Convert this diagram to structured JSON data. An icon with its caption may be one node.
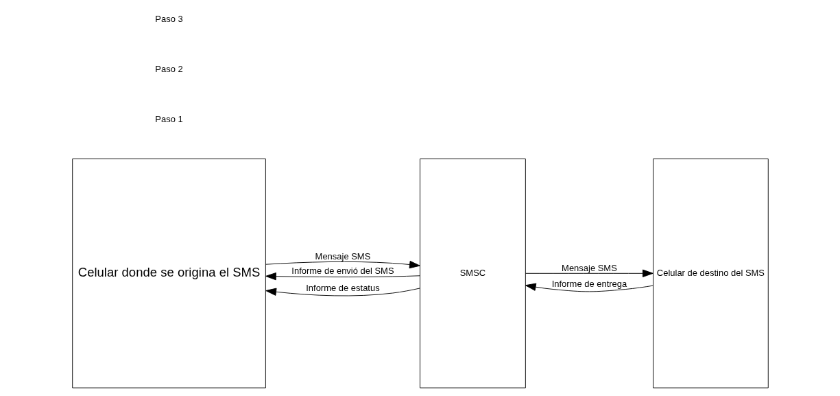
{
  "diagram": {
    "nodes": [
      {
        "text": [
          "Celular donde se origina el SMS"
        ]
      },
      {
        "text": [
          "SMSC"
        ]
      },
      {
        "text": [
          "Celular de destino del SMS"
        ]
      }
    ],
    "edges": [
      {
        "from": 0,
        "to": 1,
        "arrow": "to",
        "label": "Mensaje SMS"
      },
      {
        "from": 1,
        "to": 0,
        "arrow": "to",
        "label": "Informe de envió del SMS"
      },
      {
        "from": 1,
        "to": 0,
        "arrow": "to",
        "label": "Informe de estatus"
      },
      {
        "from": 1,
        "to": 2,
        "arrow": "to",
        "label": "Mensaje SMS"
      },
      {
        "from": 2,
        "to": 1,
        "arrow": "to",
        "label": "Informe de entrega"
      }
    ],
    "labels": [
      "Paso 1",
      "Paso 2",
      "Paso 3"
    ]
  }
}
